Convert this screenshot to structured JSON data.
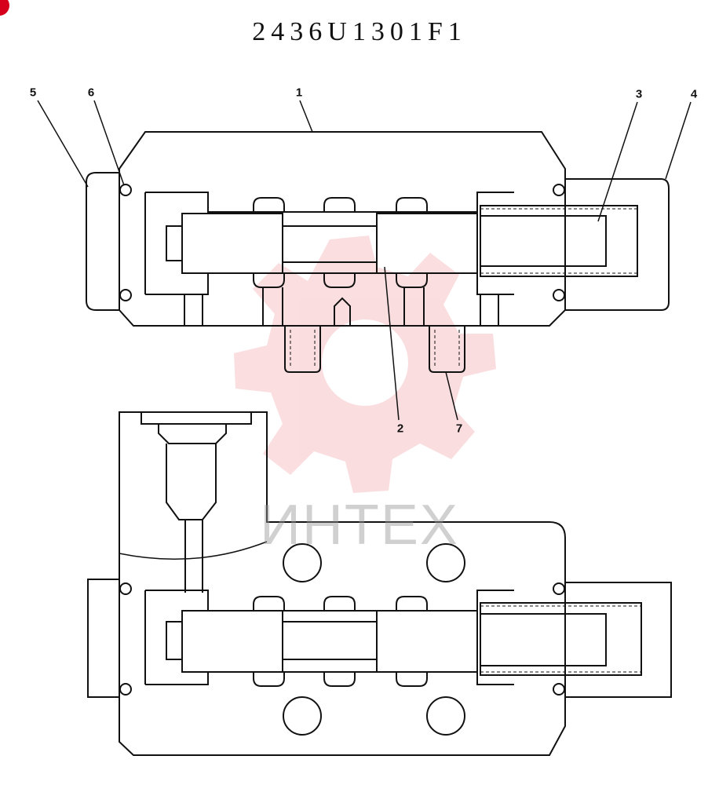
{
  "title": "2436U1301F1",
  "callouts": [
    {
      "id": "5",
      "label": "5"
    },
    {
      "id": "6",
      "label": "6"
    },
    {
      "id": "1",
      "label": "1"
    },
    {
      "id": "3",
      "label": "3"
    },
    {
      "id": "4",
      "label": "4"
    },
    {
      "id": "2",
      "label": "2"
    },
    {
      "id": "7",
      "label": "7"
    }
  ],
  "watermark": {
    "text": "ИНТЕХ",
    "color": "#f2a0a6"
  },
  "colors": {
    "line": "#111111",
    "accent": "#d6001c"
  }
}
